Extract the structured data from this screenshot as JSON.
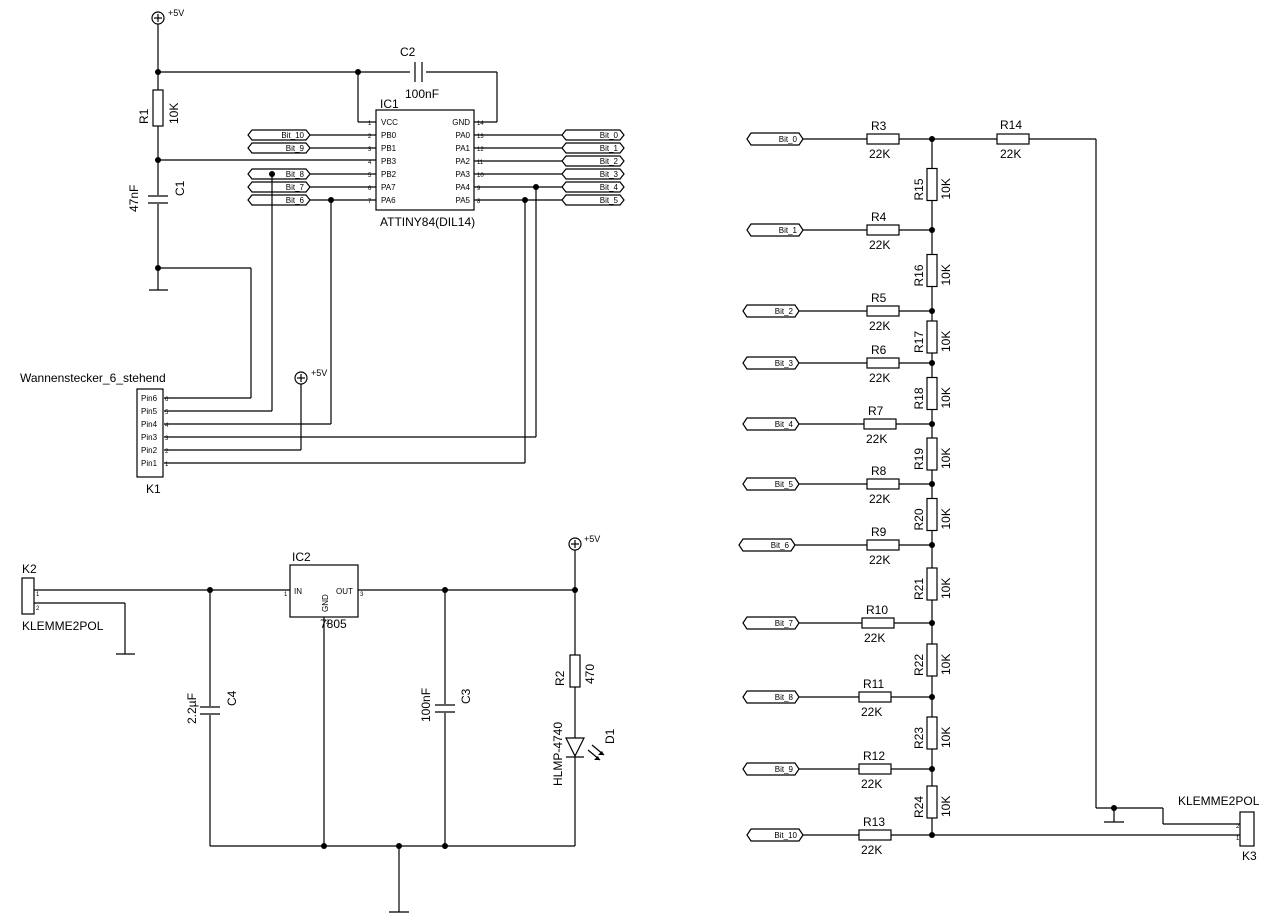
{
  "power": {
    "vcc_label": "+5V"
  },
  "mcu": {
    "ref": "IC1",
    "name": "ATTINY84(DIL14)",
    "left_pins": [
      "VCC",
      "PB0",
      "PB1",
      "PB3",
      "PB2",
      "PA7",
      "PA6"
    ],
    "left_nums": [
      "1",
      "2",
      "3",
      "4",
      "5",
      "6",
      "7"
    ],
    "right_pins": [
      "GND",
      "PA0",
      "PA1",
      "PA2",
      "PA3",
      "PA4",
      "PA5"
    ],
    "right_nums": [
      "14",
      "13",
      "12",
      "11",
      "10",
      "9",
      "8"
    ]
  },
  "c2": {
    "ref": "C2",
    "value": "100nF"
  },
  "r1": {
    "ref": "R1",
    "value": "10K"
  },
  "c1": {
    "ref": "C1",
    "value": "47nF"
  },
  "ports_left": [
    "Bit_10",
    "Bit_9",
    "Bit_8",
    "Bit_7",
    "Bit_6"
  ],
  "ports_right": [
    "Bit_0",
    "Bit_1",
    "Bit_2",
    "Bit_3",
    "Bit_4",
    "Bit_5"
  ],
  "k1": {
    "name": "Wannenstecker_6_stehend",
    "ref": "K1",
    "pins": [
      "Pin6",
      "Pin5",
      "Pin4",
      "Pin3",
      "Pin2",
      "Pin1"
    ],
    "nums": [
      "6",
      "5",
      "4",
      "3",
      "2",
      "1"
    ]
  },
  "supply": {
    "k2_ref": "K2",
    "k2_name": "KLEMME2POL",
    "ic2_ref": "IC2",
    "ic2_name": "7805",
    "ic2_in": "IN",
    "ic2_gnd": "GND",
    "ic2_out": "OUT",
    "c4_ref": "C4",
    "c4_value": "2.2µF",
    "c3_ref": "C3",
    "c3_value": "100nF",
    "r2_ref": "R2",
    "r2_value": "470",
    "d1_ref": "D1",
    "d1_value": "HLMP-4740"
  },
  "ladder": {
    "inputs": [
      "Bit_0",
      "Bit_1",
      "Bit_2",
      "Bit_3",
      "Bit_4",
      "Bit_5",
      "Bit_6",
      "Bit_7",
      "Bit_8",
      "Bit_9",
      "Bit_10"
    ],
    "series_refs": [
      "R3",
      "R4",
      "R5",
      "R6",
      "R7",
      "R8",
      "R9",
      "R10",
      "R11",
      "R12",
      "R13"
    ],
    "series_value": "22K",
    "shunt_refs": [
      "R15",
      "R16",
      "R17",
      "R18",
      "R19",
      "R20",
      "R21",
      "R22",
      "R23",
      "R24"
    ],
    "shunt_value": "10K",
    "r14_ref": "R14",
    "r14_value": "22K",
    "k3_name": "KLEMME2POL",
    "k3_ref": "K3"
  },
  "pin_digits": {
    "one": "1",
    "two": "2",
    "three": "3"
  }
}
